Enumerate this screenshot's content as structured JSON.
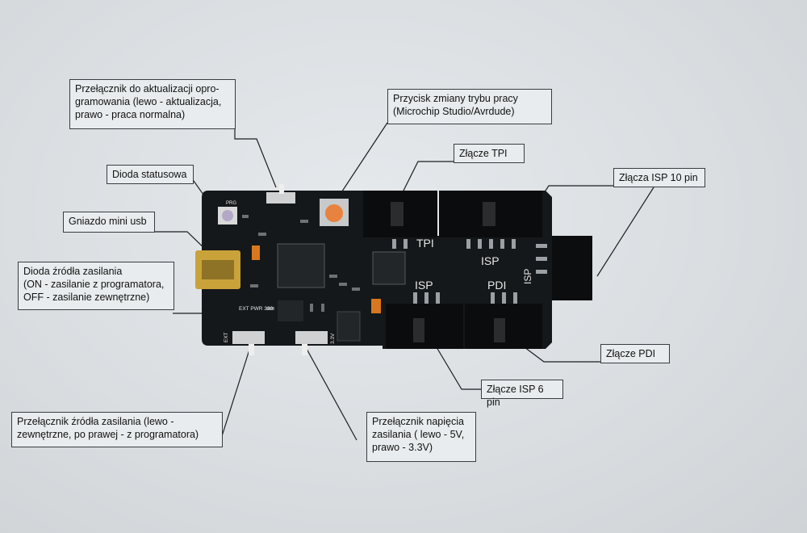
{
  "labels": {
    "update_switch": "Przełącznik do aktualizacji opro-\ngramowania (lewo - aktualizacja,\nprawo - praca normalna)",
    "mode_button": "Przycisk zmiany trybu pracy\n(Microchip Studio/Avrdude)",
    "tpi_connector": "Złącze TPI",
    "status_led": "Dioda statusowa",
    "isp10_connector": "Złącza ISP 10 pin",
    "mini_usb": "Gniazdo mini usb",
    "power_source_led": "Dioda źródła zasilania\n(ON - zasilanie z programatora,\nOFF - zasilanie zewnętrzne)",
    "pdi_connector": "Złącze PDI",
    "isp6_connector": "Złącze ISP 6 pin",
    "power_source_switch": "Przełącznik źródła zasilania (lewo -\nzewnętrzne, po prawej - z programatora)",
    "voltage_switch": "Przełącznik napięcia\nzasilania ( lewo - 5V,\nprawo - 3.3V)"
  },
  "silkscreen": {
    "tpi": "TPI",
    "isp_top": "ISP",
    "isp_mid": "ISP",
    "pdi": "PDI",
    "isp_side": "ISP",
    "prg": "PRG",
    "ext_pwr": "EXT PWR 330",
    "ext": "EXT",
    "v33": "3.3V"
  },
  "colors": {
    "pcb": "#15181a",
    "button": "#e8823f",
    "usb_gold": "#c9a23a",
    "orange_cap": "#d9771f"
  }
}
